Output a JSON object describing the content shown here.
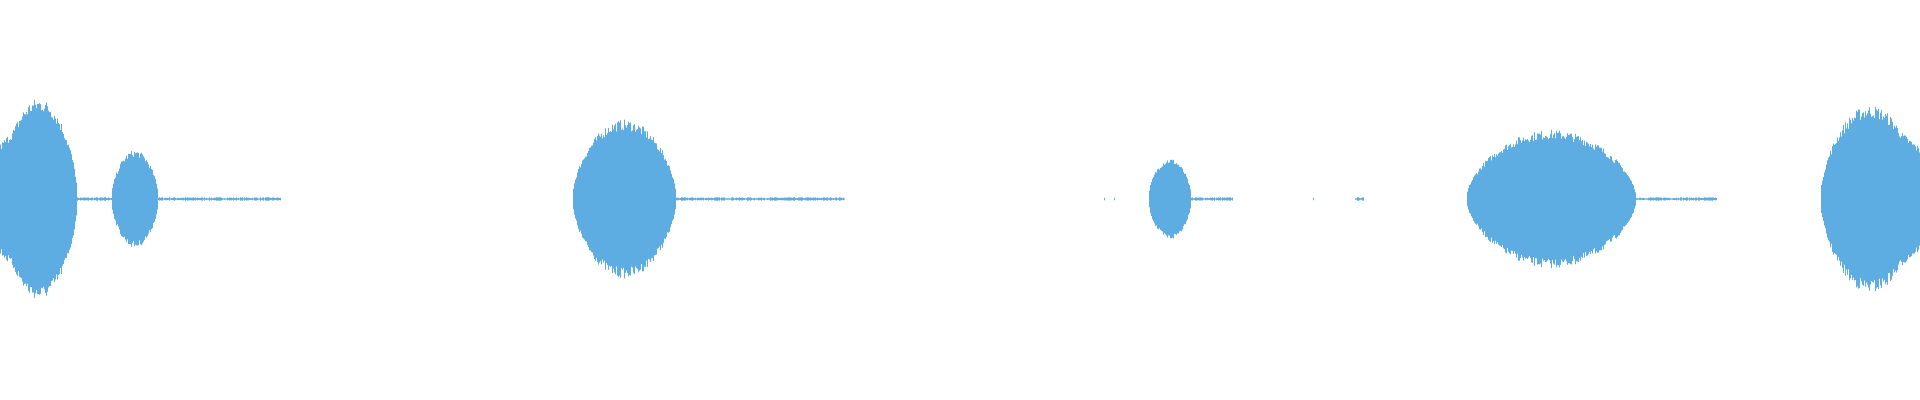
{
  "waveform": {
    "color": "#5dade2",
    "background": "#ffffff",
    "segments": [
      {
        "start": 0.0,
        "end": 0.04,
        "peak": 0.99
      },
      {
        "start": 0.058,
        "end": 0.082,
        "peak": 0.48
      },
      {
        "start": 0.298,
        "end": 0.352,
        "peak": 0.78
      },
      {
        "start": 0.598,
        "end": 0.62,
        "peak": 0.4
      },
      {
        "start": 0.764,
        "end": 0.852,
        "peak": 0.68
      },
      {
        "start": 0.948,
        "end": 1.0,
        "peak": 0.92
      }
    ],
    "quiet_regions": [
      {
        "start": 0.04,
        "end": 0.058
      },
      {
        "start": 0.082,
        "end": 0.146
      },
      {
        "start": 0.352,
        "end": 0.44
      },
      {
        "start": 0.62,
        "end": 0.642
      },
      {
        "start": 0.706,
        "end": 0.71
      },
      {
        "start": 0.852,
        "end": 0.894
      }
    ]
  }
}
